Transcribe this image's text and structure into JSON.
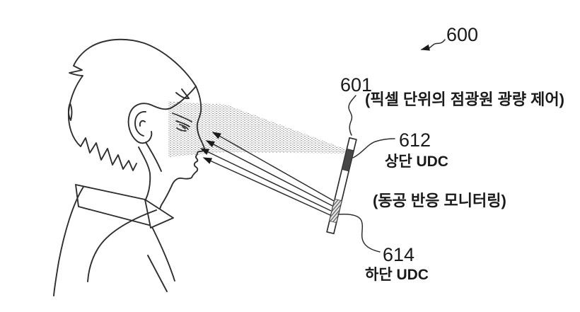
{
  "figure": {
    "ref_600": "600",
    "ref_601": "601",
    "caption_pixel_control": "(픽셀 단위의 점광원 광량 제어)",
    "ref_612": "612",
    "label_top_udc": "상단 UDC",
    "caption_pupil_monitoring": "(동공 반응 모니터링)",
    "ref_614": "614",
    "label_bottom_udc": "하단 UDC",
    "colors": {
      "ink": "#2e2e2e",
      "text": "#1a1a1a",
      "top_udc_fill": "#474747",
      "stipple_dot": "#909090",
      "background": "#ffffff"
    }
  }
}
